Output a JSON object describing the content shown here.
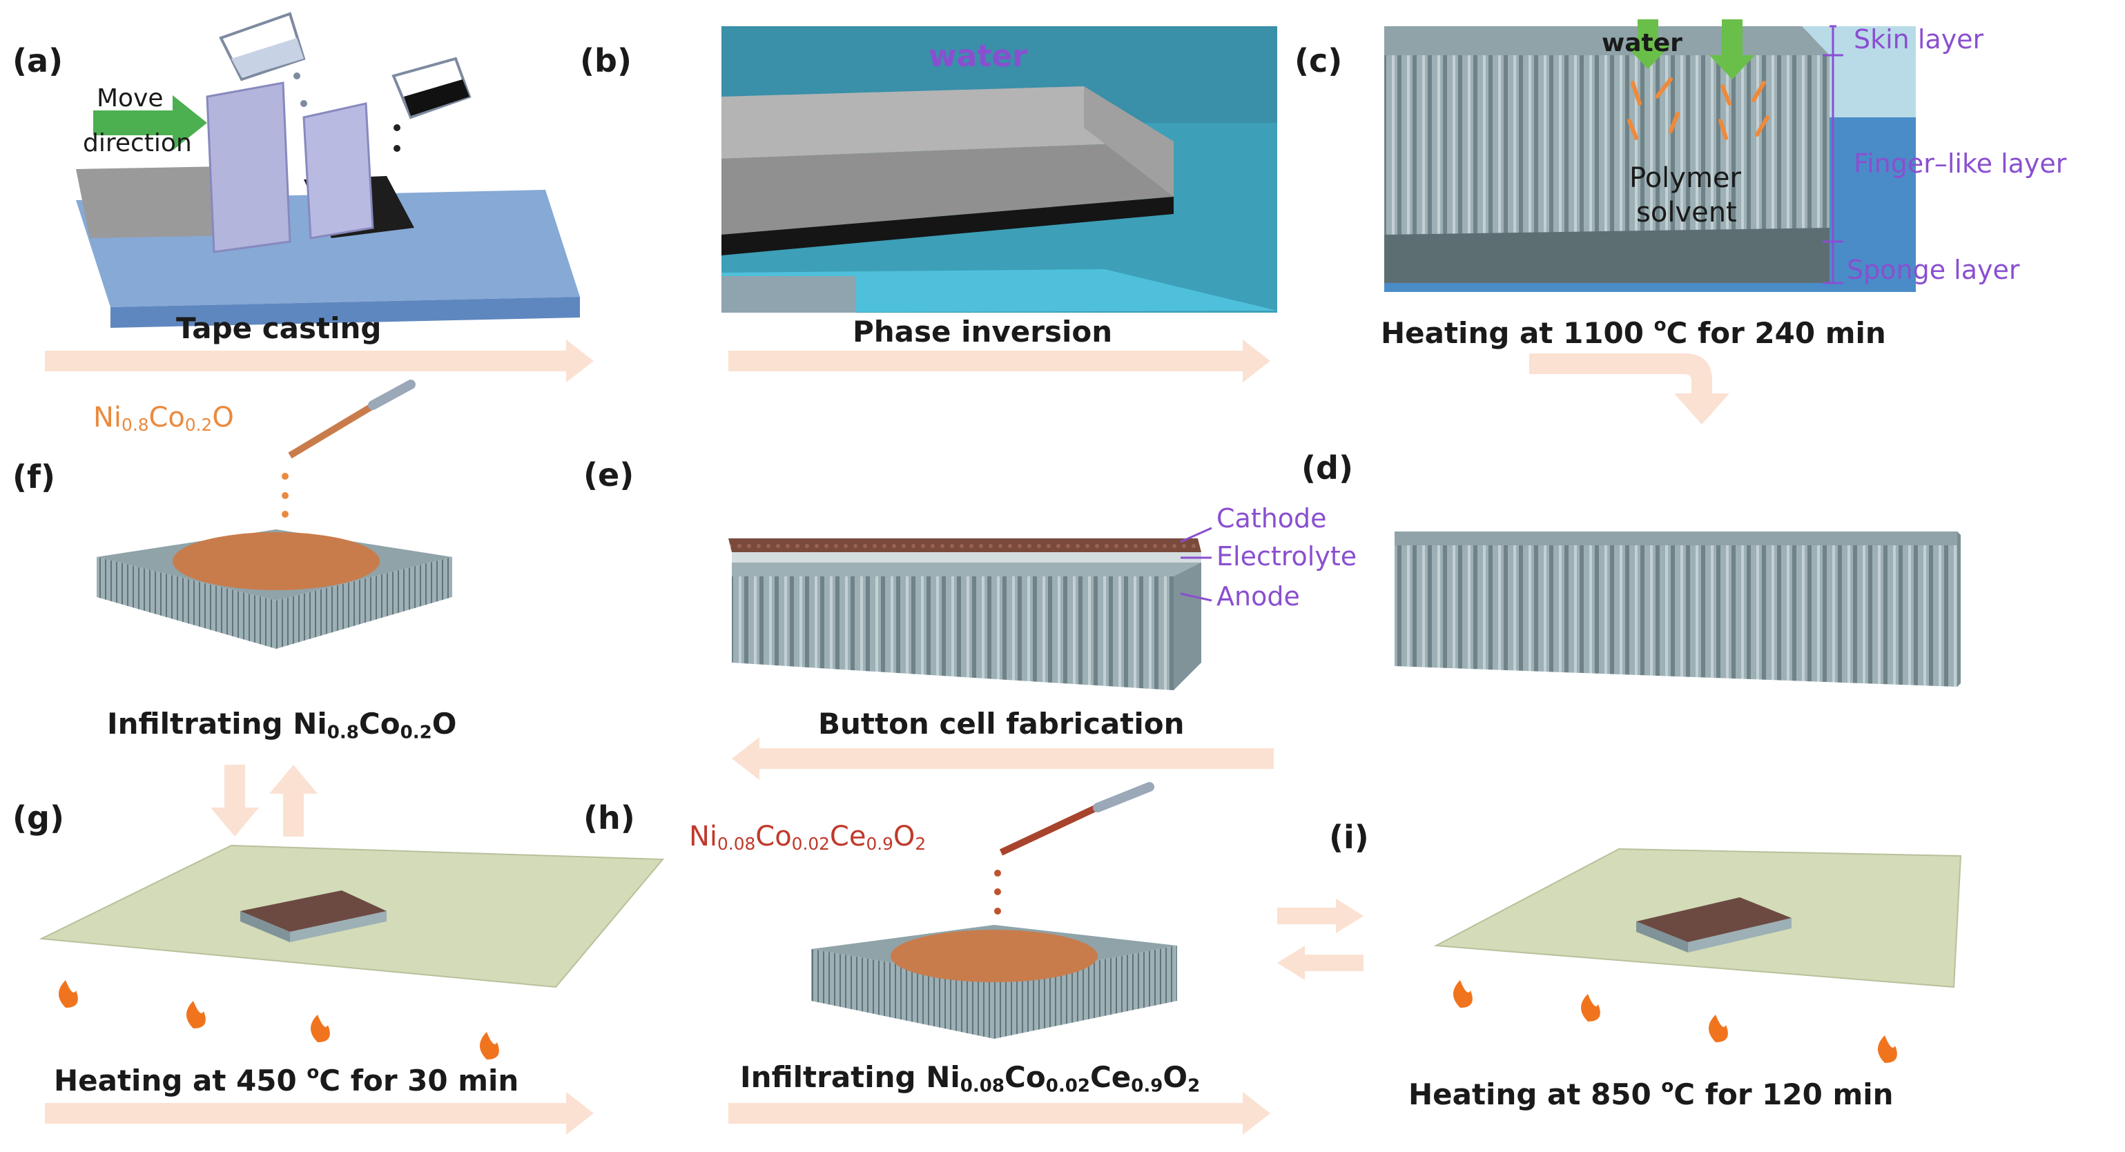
{
  "panels": {
    "a": {
      "letter": "(a)",
      "caption": "Tape casting",
      "move": "Move",
      "direction": "direction"
    },
    "b": {
      "letter": "(b)",
      "caption": "Phase inversion",
      "water": "water"
    },
    "c": {
      "letter": "(c)",
      "caption_pre": "Heating at 1100 ",
      "caption_sup": "o",
      "caption_post": "C for 240 min",
      "water": "water",
      "polymer": "Polymer",
      "solvent": "solvent",
      "skin": "Skin layer",
      "finger": "Finger–like layer",
      "sponge": "Sponge layer"
    },
    "d": {
      "letter": "(d)"
    },
    "e": {
      "letter": "(e)",
      "caption": "Button cell fabrication",
      "cathode": "Cathode",
      "electrolyte": "Electrolyte",
      "anode": "Anode"
    },
    "f": {
      "letter": "(f)",
      "formula": {
        "ni": "Ni",
        "ni_sub": "0.8",
        "co": "Co",
        "co_sub": "0.2",
        "o": "O"
      },
      "caption_pre": "Infiltrating "
    },
    "g": {
      "letter": "(g)",
      "caption_pre": "Heating at 450 ",
      "caption_sup": "o",
      "caption_post": "C for 30 min"
    },
    "h": {
      "letter": "(h)",
      "caption_pre": "Infiltrating ",
      "formula": {
        "ni": "Ni",
        "ni_sub": "0.08",
        "co": "Co",
        "co_sub": "0.02",
        "ce": "Ce",
        "ce_sub": "0.9",
        "o": "O",
        "o_sub": "2"
      }
    },
    "i": {
      "letter": "(i)",
      "caption_pre": "Heating at 850 ",
      "caption_sup": "o",
      "caption_post": "C for 120 min"
    }
  },
  "colors": {
    "arrow": "#fbe1d2",
    "membrane": "#8fa3a9",
    "formula_orange": "#ea8a3e",
    "formula_red": "#c0392b",
    "layer_label": "#8a4fd0"
  }
}
